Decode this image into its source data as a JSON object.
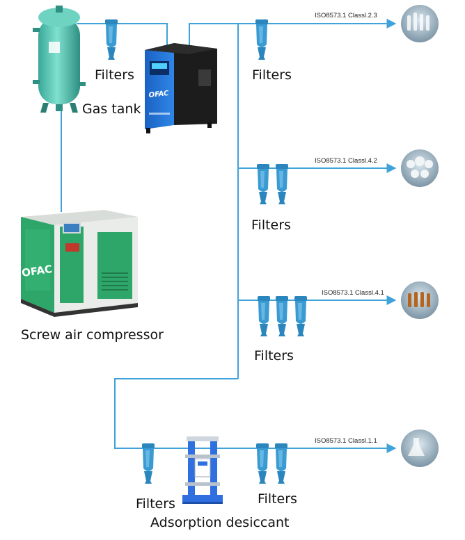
{
  "labels": {
    "gas_tank": "Gas tank",
    "screw_compressor": "Screw air compressor",
    "adsorption": "Adsorption desiccant",
    "filters": "Filters"
  },
  "iso": {
    "line1": "ISO8573.1 Classl.2.3",
    "line2": "ISO8573.1 Classl.4.2",
    "line3": "ISO8573.1 Classl.4.1",
    "line4": "ISO8573.1 Classl.1.1"
  },
  "brand": "OFAC",
  "colors": {
    "pipe": "#3fa2d8",
    "filter": "#2f8fc8",
    "tank": "#5cc8b4",
    "compressor_green": "#2ea66a",
    "dryer_blue": "#1f6fd0"
  }
}
